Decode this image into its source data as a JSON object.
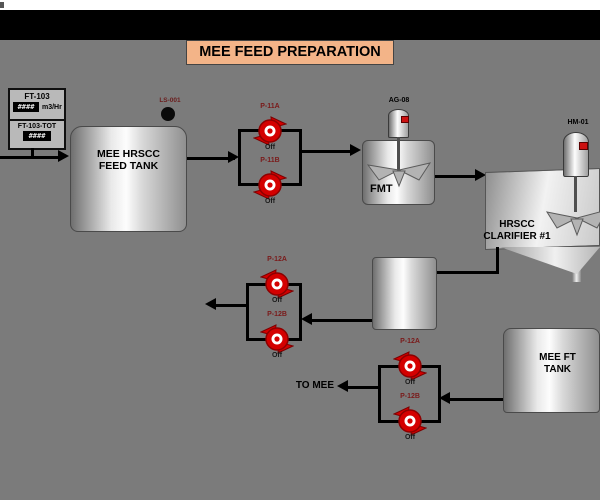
{
  "title": "MEE FEED PREPARATION",
  "panel": {
    "flow_label": "FT-103",
    "flow_value": "####",
    "flow_units": "m3/Hr",
    "total_label": "FT-103-TOT",
    "total_value": "####"
  },
  "level_switch": {
    "label": "LS-001"
  },
  "feed_tank": {
    "line1": "MEE HRSCC",
    "line2": "FEED TANK"
  },
  "fmt_tank": {
    "label": "FMT",
    "agitator": "AG-08"
  },
  "clarifier": {
    "line1": "HRSCC",
    "line2": "CLARIFIER #1",
    "agitator": "HM-01"
  },
  "mee_ft_tank": {
    "line1": "MEE FT",
    "line2": "TANK"
  },
  "pumps": {
    "p11a": {
      "label": "P-11A",
      "status": "Off"
    },
    "p11b": {
      "label": "P-11B",
      "status": "Off"
    },
    "p12a": {
      "label": "P-12A",
      "status": "Off"
    },
    "p12b": {
      "label": "P-12B",
      "status": "Off"
    },
    "p13a": {
      "label": "P-12A",
      "status": "Off"
    },
    "p13b": {
      "label": "P-12B",
      "status": "Off"
    }
  },
  "labels": {
    "to_mee": "TO MEE"
  },
  "colors": {
    "background": "#7b7b7b",
    "topbar": "#000000",
    "title_bg": "#f3b488",
    "pump_red": "#d40000",
    "pipe": "#000000",
    "display_bg": "#000000",
    "display_text": "#e6e6e6"
  }
}
